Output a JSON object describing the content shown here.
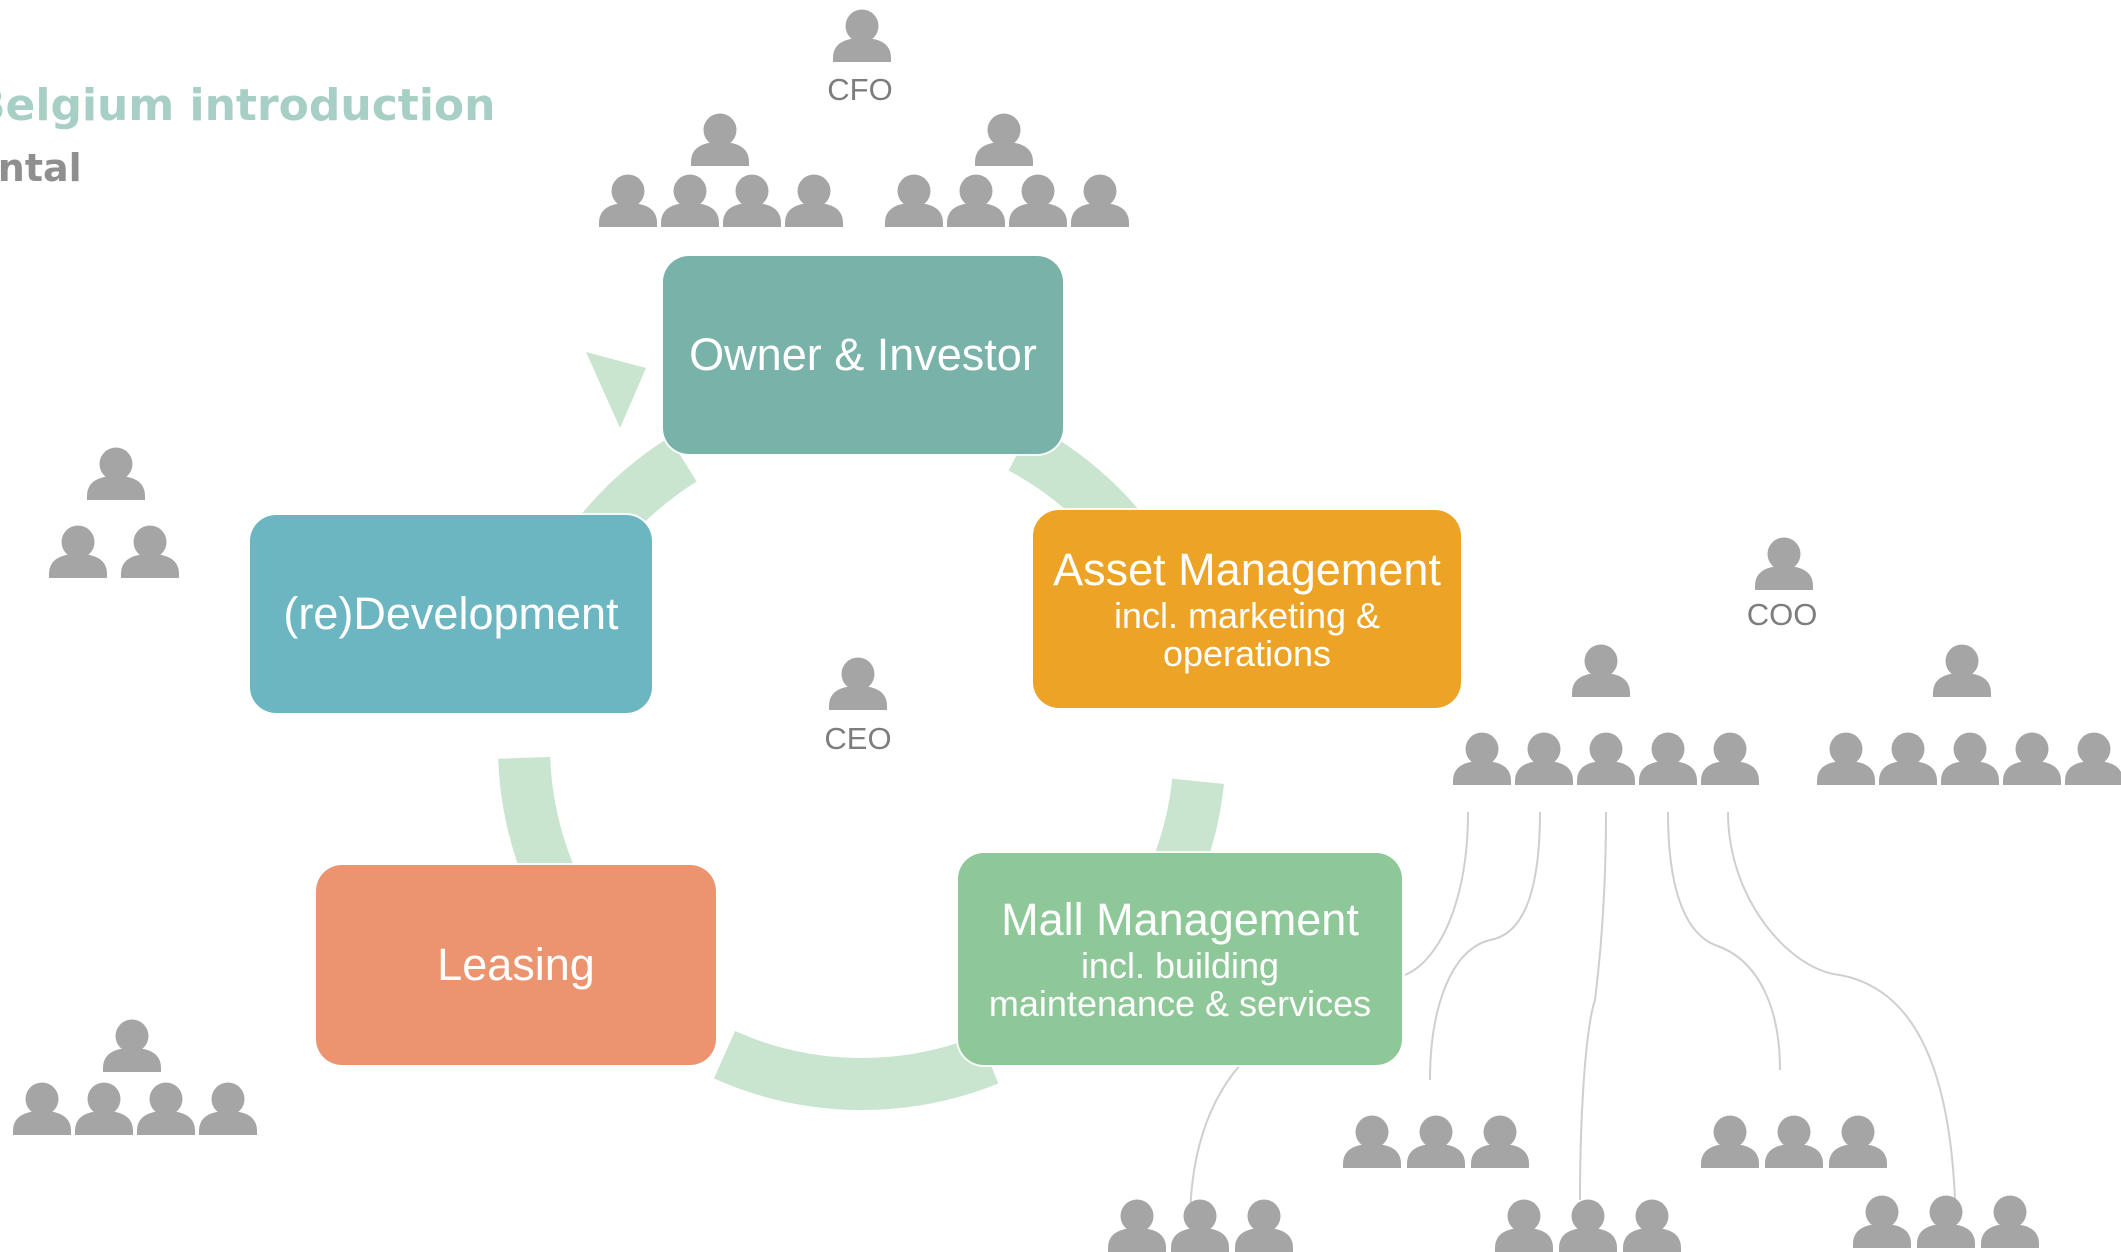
{
  "heading": {
    "title": "Belgium introduction",
    "subtitle": "ental",
    "title_color": "#a7cfc6",
    "subtitle_color": "#8f8f8f"
  },
  "colors": {
    "cycle_arrow": "#c9e5cf",
    "person_icon": "#a5a5a5",
    "connector_line": "#cfcfcf",
    "owner": "#79b2a8",
    "asset": "#eca326",
    "mall": "#8fc898",
    "leasing": "#ec9370",
    "redevelopment": "#6cb6c1"
  },
  "cycle": {
    "owner": {
      "label": "Owner & Investor"
    },
    "asset": {
      "label": "Asset Management",
      "sub_line1": "incl. marketing &",
      "sub_line2": "operations"
    },
    "mall": {
      "label": "Mall Management",
      "sub_line1": "incl. building",
      "sub_line2": "maintenance & services"
    },
    "leasing": {
      "label": "Leasing"
    },
    "redevelopment": {
      "label": "(re)Development"
    }
  },
  "roles": {
    "cfo": "CFO",
    "ceo": "CEO",
    "coo": "COO"
  },
  "icons": {
    "person": "person-icon",
    "cycle_arrow": "circular-arrow"
  }
}
